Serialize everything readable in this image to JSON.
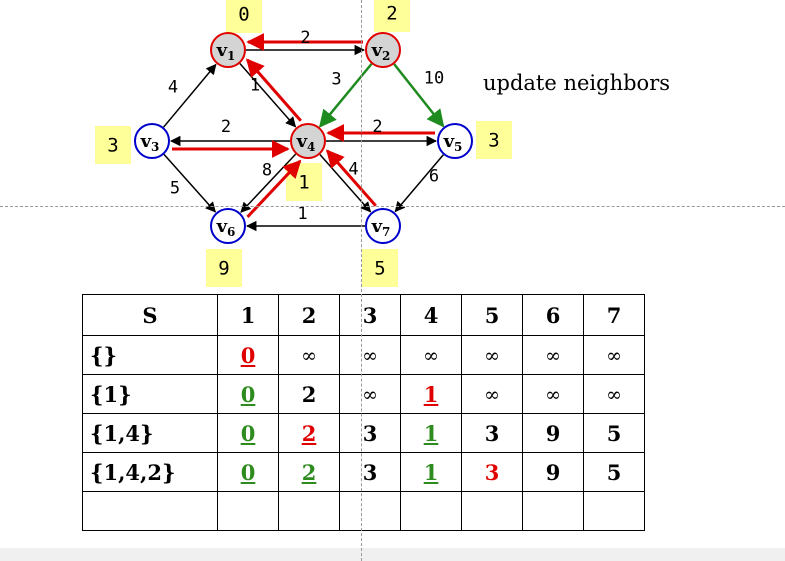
{
  "nodes": [
    {
      "id": "v1",
      "main": "v",
      "sub": "1",
      "state": "done"
    },
    {
      "id": "v2",
      "main": "v",
      "sub": "2",
      "state": "done"
    },
    {
      "id": "v3",
      "main": "v",
      "sub": "3",
      "state": "open"
    },
    {
      "id": "v4",
      "main": "v",
      "sub": "4",
      "state": "done"
    },
    {
      "id": "v5",
      "main": "v",
      "sub": "5",
      "state": "open"
    },
    {
      "id": "v6",
      "main": "v",
      "sub": "6",
      "state": "open"
    },
    {
      "id": "v7",
      "main": "v",
      "sub": "7",
      "state": "open"
    }
  ],
  "edges": [
    {
      "from": "v1",
      "to": "v2",
      "weight": "2",
      "color": "black"
    },
    {
      "from": "v1",
      "to": "v4",
      "weight": "1",
      "color": "black"
    },
    {
      "from": "v3",
      "to": "v1",
      "weight": "4",
      "color": "black"
    },
    {
      "from": "v4",
      "to": "v3",
      "weight": "2",
      "color": "black"
    },
    {
      "from": "v3",
      "to": "v6",
      "weight": "5",
      "color": "black"
    },
    {
      "from": "v2",
      "to": "v4",
      "weight": "3",
      "color": "green"
    },
    {
      "from": "v2",
      "to": "v5",
      "weight": "10",
      "color": "green"
    },
    {
      "from": "v4",
      "to": "v5",
      "weight": "2",
      "color": "black"
    },
    {
      "from": "v4",
      "to": "v6",
      "weight": "8",
      "color": "black"
    },
    {
      "from": "v4",
      "to": "v7",
      "weight": "4",
      "color": "black"
    },
    {
      "from": "v5",
      "to": "v7",
      "weight": "6",
      "color": "black"
    },
    {
      "from": "v7",
      "to": "v6",
      "weight": "1",
      "color": "black"
    }
  ],
  "red_paths": [
    {
      "from": "v2",
      "to": "v1"
    },
    {
      "from": "v4",
      "to": "v1"
    },
    {
      "from": "v3",
      "to": "v4"
    },
    {
      "from": "v5",
      "to": "v4"
    },
    {
      "from": "v6",
      "to": "v4"
    },
    {
      "from": "v7",
      "to": "v4"
    }
  ],
  "distance_labels": [
    {
      "node": "v1",
      "value": "0"
    },
    {
      "node": "v2",
      "value": "2"
    },
    {
      "node": "v3",
      "value": "3"
    },
    {
      "node": "v4",
      "value": "1"
    },
    {
      "node": "v5",
      "value": "3"
    },
    {
      "node": "v6",
      "value": "9"
    },
    {
      "node": "v7",
      "value": "5"
    }
  ],
  "note": "update neighbors",
  "colors": {
    "node_done_fill": "#d4d4d4",
    "node_done_stroke": "#e00000",
    "node_open_stroke": "#0000cc",
    "edge": "#000000",
    "highlight_edge": "#1e8b1e",
    "path": "#e00000",
    "label_bg": "#ffff99"
  },
  "table": {
    "headers": [
      "S",
      "1",
      "2",
      "3",
      "4",
      "5",
      "6",
      "7"
    ],
    "rows": [
      {
        "set": "{}",
        "cells": [
          {
            "v": "0",
            "s": "red-u"
          },
          {
            "v": "∞",
            "s": "inf"
          },
          {
            "v": "∞",
            "s": "inf"
          },
          {
            "v": "∞",
            "s": "inf"
          },
          {
            "v": "∞",
            "s": "inf"
          },
          {
            "v": "∞",
            "s": "inf"
          },
          {
            "v": "∞",
            "s": "inf"
          }
        ]
      },
      {
        "set": "{1}",
        "cells": [
          {
            "v": "0",
            "s": "green"
          },
          {
            "v": "2",
            "s": "black"
          },
          {
            "v": "∞",
            "s": "inf"
          },
          {
            "v": "1",
            "s": "red-u"
          },
          {
            "v": "∞",
            "s": "inf"
          },
          {
            "v": "∞",
            "s": "inf"
          },
          {
            "v": "∞",
            "s": "inf"
          }
        ]
      },
      {
        "set": "{1,4}",
        "cells": [
          {
            "v": "0",
            "s": "green"
          },
          {
            "v": "2",
            "s": "red-u"
          },
          {
            "v": "3",
            "s": "black"
          },
          {
            "v": "1",
            "s": "green"
          },
          {
            "v": "3",
            "s": "black"
          },
          {
            "v": "9",
            "s": "black"
          },
          {
            "v": "5",
            "s": "black"
          }
        ]
      },
      {
        "set": "{1,4,2}",
        "cells": [
          {
            "v": "0",
            "s": "green"
          },
          {
            "v": "2",
            "s": "green"
          },
          {
            "v": "3",
            "s": "black"
          },
          {
            "v": "1",
            "s": "green"
          },
          {
            "v": "3",
            "s": "red"
          },
          {
            "v": "9",
            "s": "black"
          },
          {
            "v": "5",
            "s": "black"
          }
        ]
      },
      {
        "set": "",
        "cells": [
          {
            "v": "",
            "s": "black"
          },
          {
            "v": "",
            "s": "black"
          },
          {
            "v": "",
            "s": "black"
          },
          {
            "v": "",
            "s": "black"
          },
          {
            "v": "",
            "s": "black"
          },
          {
            "v": "",
            "s": "black"
          },
          {
            "v": "",
            "s": "black"
          }
        ]
      }
    ]
  }
}
